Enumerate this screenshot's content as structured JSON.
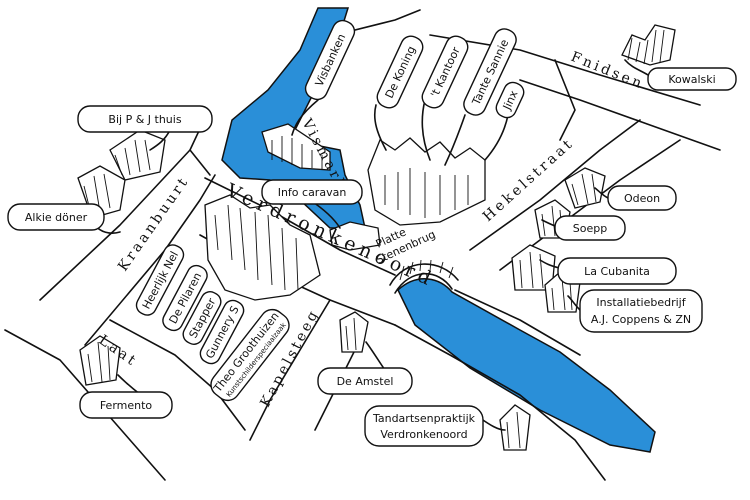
{
  "colors": {
    "water": "#2a8fd8",
    "ink": "#111111",
    "paper": "#ffffff"
  },
  "streets": {
    "verdronkenoord": "Verdronkenoord",
    "kraanbuurt": "Kraanbuurt",
    "laat": "Laat",
    "vismarkt": "Vismarkt",
    "hekelstraat": "Hekelstraat",
    "fnidsen": "Fnidsen",
    "kapelsteeg": "Kapelsteeg",
    "platte_stenenbrug": [
      "Platte",
      "Stenenbrug"
    ]
  },
  "places": {
    "visbanken": "Visbanken",
    "de_koning": "De Koning",
    "t_kantoor": "'t Kantoor",
    "tante_sannie": "Tante Sannie",
    "jinx": "Jinx",
    "kowalski": "Kowalski",
    "bij_p_j_thuis": "Bij P & J thuis",
    "alkie_doner": "Alkie döner",
    "info_caravan": "Info caravan",
    "odeon": "Odeon",
    "soepp": "Soepp",
    "la_cubanita": "La Cubanita",
    "installatie": [
      "Installatiebedrijf",
      "A.J. Coppens & ZN"
    ],
    "heerlijk_nel": "Heerlijk Nel",
    "de_pilaren": "De Pilaren",
    "stapper": "Stapper",
    "gunnery_s": "Gunnery S",
    "theo_groothuizen": [
      "Theo Groothuizen",
      "Kunstschilderspeciaalzaak"
    ],
    "de_amstel": "De Amstel",
    "fermento": "Fermento",
    "tandarts": [
      "Tandartsenpraktijk",
      "Verdronkenoord"
    ]
  }
}
